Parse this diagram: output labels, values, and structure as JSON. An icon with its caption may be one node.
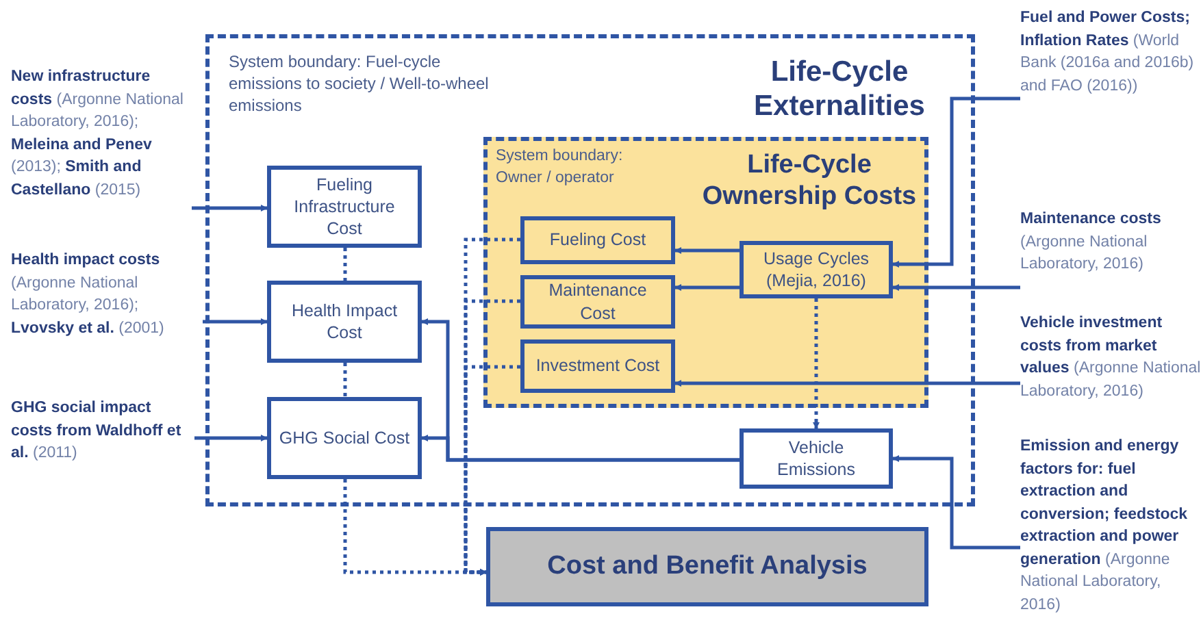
{
  "diagram": {
    "nodes": [
      {
        "text": [
          "System boundary: Fuel-cycle emissions to society / Well-to-wheel emissions",
          "Life-Cycle Externalities"
        ]
      },
      {
        "text": [
          "System boundary: Owner / operator",
          "Life-Cycle Ownership Costs"
        ],
        "in": 0
      },
      {
        "text": [
          "Fueling Infrastructure Cost"
        ],
        "in": 0
      },
      {
        "text": [
          "Health Impact Cost"
        ],
        "in": 0
      },
      {
        "text": [
          "GHG Social Cost"
        ],
        "in": 0
      },
      {
        "text": [
          "Fueling Cost"
        ],
        "in": 1
      },
      {
        "text": [
          "Maintenance Cost"
        ],
        "in": 1
      },
      {
        "text": [
          "Investment Cost"
        ],
        "in": 1
      },
      {
        "text": [
          "Usage Cycles (Mejia, 2016)"
        ],
        "in": 1
      },
      {
        "text": [
          "Vehicle Emissions"
        ],
        "in": 0
      },
      {
        "text": [
          "Cost and Benefit Analysis"
        ]
      },
      {
        "text": [
          "**New infrastructure costs** (Argonne National Laboratory, 2016); **Meleina and Penev** (2013); **Smith and Castellano** (2015)"
        ]
      },
      {
        "text": [
          "**Health impact costs** (Argonne National Laboratory, 2016); **Lvovsky et al.** (2001)"
        ]
      },
      {
        "text": [
          "**GHG social impact costs from Waldhoff et al.** (2011)"
        ]
      },
      {
        "text": [
          "**Fuel and Power Costs; Inflation Rates** (World Bank (2016a and 2016b) and FAO (2016))"
        ]
      },
      {
        "text": [
          "**Maintenance costs** (Argonne National Laboratory, 2016)"
        ]
      },
      {
        "text": [
          "**Vehicle investment costs from market values** (Argonne National Laboratory, 2016)"
        ]
      },
      {
        "text": [
          "**Emission and energy factors for: fuel extraction and conversion; feedstock extraction and power generation** (Argonne National Laboratory, 2016)"
        ]
      }
    ],
    "edges": [
      {
        "from": 11,
        "to": 2,
        "arrow": "to"
      },
      {
        "from": 12,
        "to": 3,
        "arrow": "to"
      },
      {
        "from": 13,
        "to": 4,
        "arrow": "to"
      },
      {
        "from": 14,
        "to": 8,
        "arrow": "to"
      },
      {
        "from": 15,
        "to": 8,
        "arrow": "to"
      },
      {
        "from": 16,
        "to": 7,
        "arrow": "to"
      },
      {
        "from": 17,
        "to": 9,
        "arrow": "to"
      },
      {
        "from": 8,
        "to": 5,
        "arrow": "to"
      },
      {
        "from": 8,
        "to": 6,
        "arrow": "to"
      },
      {
        "from": 9,
        "to": 3,
        "arrow": "to"
      },
      {
        "from": 9,
        "to": 4,
        "arrow": "to"
      },
      {
        "from": 8,
        "to": 9,
        "arrow": "to",
        "style": "dashed"
      },
      {
        "from": 2,
        "to": 3,
        "arrow": "none",
        "style": "dashed"
      },
      {
        "from": 3,
        "to": 4,
        "arrow": "none",
        "style": "dashed"
      },
      {
        "from": 4,
        "to": 10,
        "arrow": "to",
        "style": "dashed"
      },
      {
        "from": 5,
        "to": 10,
        "arrow": "to",
        "style": "dashed"
      },
      {
        "from": 6,
        "to": 10,
        "arrow": "to",
        "style": "dashed"
      },
      {
        "from": 7,
        "to": 10,
        "arrow": "to",
        "style": "dashed"
      }
    ]
  }
}
